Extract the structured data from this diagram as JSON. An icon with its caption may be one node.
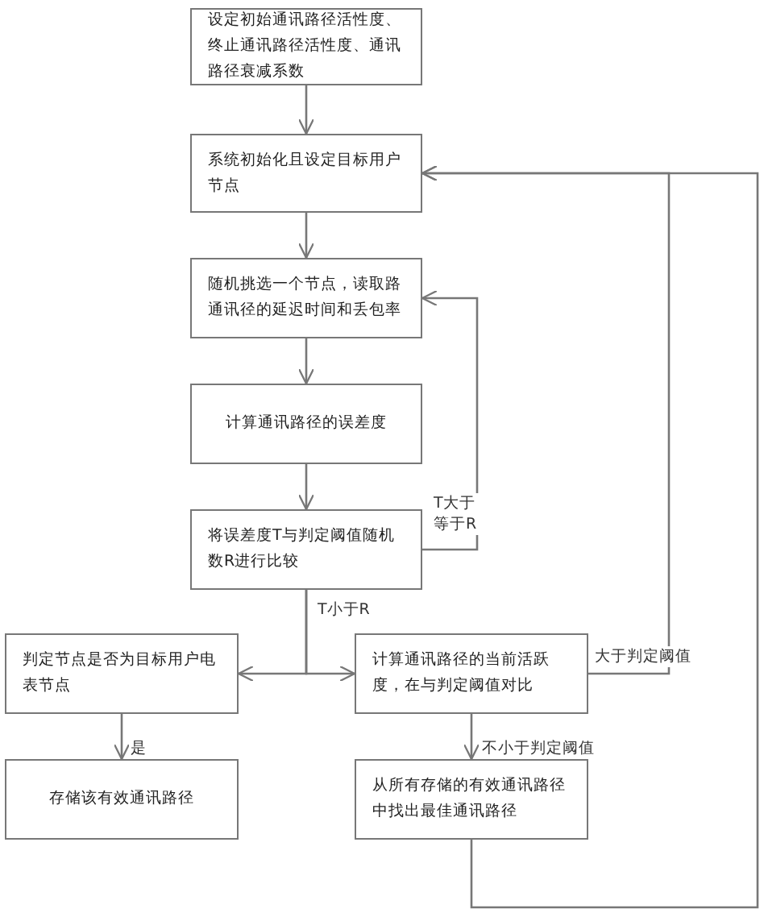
{
  "diagram": {
    "nodes": [
      {
        "text": [
          "设定初始通讯路径活性度、终止通讯路径活性度、通讯路径衰减系数"
        ]
      },
      {
        "text": [
          "系统初始化且设定目标用户节点"
        ]
      },
      {
        "text": [
          "随机挑选一个节点，读取路通讯径的延迟时间和丢包率"
        ]
      },
      {
        "text": [
          "计算通讯路径的误差度"
        ]
      },
      {
        "text": [
          "将误差度T与判定阈值随机数R进行比较"
        ]
      },
      {
        "text": [
          "判定节点是否为目标用户电表节点"
        ]
      },
      {
        "text": [
          "存储该有效通讯路径"
        ]
      },
      {
        "text": [
          "计算通讯路径的当前活跃度，在与判定阈值对比"
        ]
      },
      {
        "text": [
          "从所有存储的有效通讯路径中找出最佳通讯路径"
        ]
      }
    ],
    "edges": [
      {
        "from": 0,
        "to": 1,
        "arrow": "to"
      },
      {
        "from": 1,
        "to": 2,
        "arrow": "to"
      },
      {
        "from": 2,
        "to": 3,
        "arrow": "to"
      },
      {
        "from": 3,
        "to": 4,
        "arrow": "to"
      },
      {
        "from": 4,
        "to": 2,
        "arrow": "to",
        "label": "T大于等于R"
      },
      {
        "from": 4,
        "to": 5,
        "arrow": "to",
        "label": "T小于R"
      },
      {
        "from": 4,
        "to": 7,
        "arrow": "to"
      },
      {
        "from": 5,
        "to": 6,
        "arrow": "to",
        "label": "是"
      },
      {
        "from": 7,
        "to": 8,
        "arrow": "to",
        "label": "不小于判定阈值"
      },
      {
        "from": 7,
        "to": 1,
        "arrow": "to",
        "label": "大于判定阈值"
      },
      {
        "from": 8,
        "to": 1,
        "arrow": "to"
      }
    ]
  }
}
